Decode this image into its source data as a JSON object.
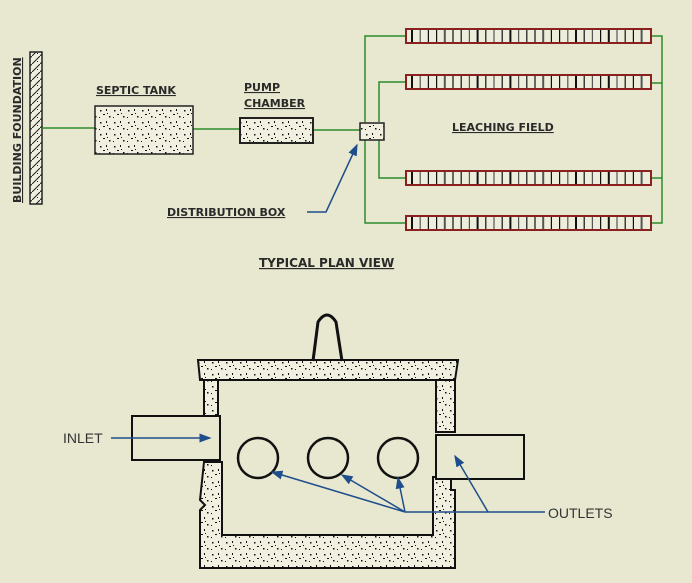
{
  "plan_view": {
    "title": "TYPICAL PLAN VIEW",
    "labels": {
      "building_foundation": "BUILDING FOUNDATION",
      "septic_tank": "SEPTIC TANK",
      "pump_chamber_line1": "PUMP",
      "pump_chamber_line2": "CHAMBER",
      "distribution_box": "DISTRIBUTION BOX",
      "leaching_field": "LEACHING FIELD"
    },
    "leaching_lines": 4,
    "colors": {
      "pipe": "#2a8a2a",
      "leach_pipe_border": "#8b2020",
      "leader": "#1f4e8c",
      "background": "#e8e8d0"
    }
  },
  "section_view": {
    "labels": {
      "inlet": "INLET",
      "outlets": "OUTLETS"
    },
    "outlet_holes": 3
  }
}
